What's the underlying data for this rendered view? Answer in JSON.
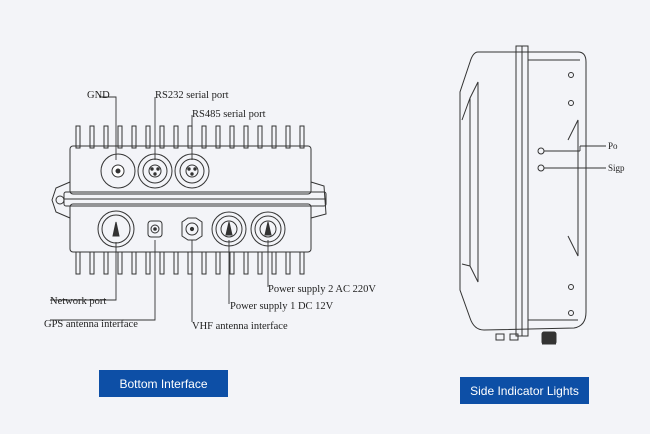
{
  "bottom_view": {
    "labels": {
      "gnd": "GND",
      "rs232": "RS232 serial port",
      "rs485": "RS485 serial port",
      "network": "Network port",
      "gps": "GPS antenna interface",
      "vhf": "VHF antenna interface",
      "power1": "Power supply 1 DC 12V",
      "power2": "Power supply 2 AC 220V"
    },
    "caption": "Bottom Interface"
  },
  "side_view": {
    "labels": {
      "po": "Po",
      "sigp": "Sigp"
    },
    "caption": "Side Indicator Lights"
  },
  "colors": {
    "button_bg": "#0d4fa6",
    "button_text": "#ffffff",
    "line": "#333333",
    "background": "#f3f4f8"
  }
}
